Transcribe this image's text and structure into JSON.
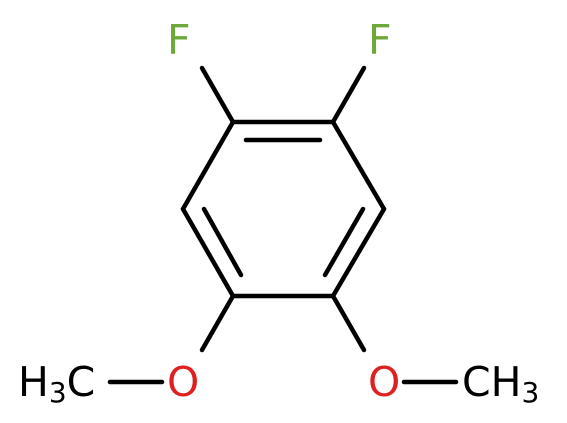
{
  "molecule": {
    "atoms": {
      "f1": {
        "text": "F",
        "color": "#6fa83a"
      },
      "f2": {
        "text": "F",
        "color": "#6fa83a"
      },
      "o1": {
        "text": "O",
        "color": "#e02020"
      },
      "o2": {
        "text": "O",
        "color": "#e02020"
      },
      "ch3_left": {
        "prefix": "H",
        "sub": "3",
        "suffix": "C",
        "color": "#000000"
      },
      "ch3_right": {
        "prefix": "CH",
        "sub": "3",
        "color": "#000000"
      }
    },
    "bond_color": "#000000"
  }
}
